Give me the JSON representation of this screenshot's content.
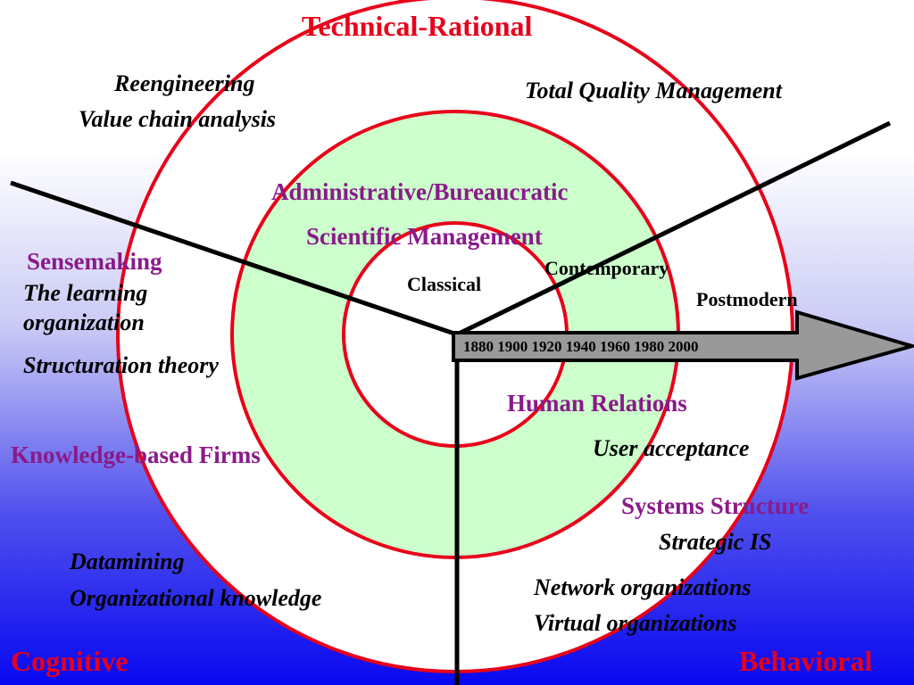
{
  "poles": {
    "top": "Technical-Rational",
    "bottom_left": "Cognitive",
    "bottom_right": "Behavioral"
  },
  "eras": {
    "classical": "Classical",
    "contemporary": "Contemporary",
    "postmodern": "Postmodern"
  },
  "timeline": {
    "ticks": "1880 1900 1920 1940   1960  1980    2000"
  },
  "paradigms": {
    "administrative": "Administrative/Bureaucratic",
    "scientific": "Scientific Management",
    "sensemaking": "Sensemaking",
    "knowledge_firms": "Knowledge-based Firms",
    "human_relations": "Human Relations",
    "systems_structure": "Systems Structure"
  },
  "topics": {
    "reengineering": "Reengineering",
    "value_chain": "Value chain analysis",
    "tqm": "Total Quality Management",
    "learning_org_1": "The learning",
    "learning_org_2": "organization",
    "structuration": "Structuration theory",
    "user_acceptance": "User acceptance",
    "strategic_is": "Strategic IS",
    "datamining": "Datamining",
    "org_knowledge": "Organizational knowledge",
    "network_orgs": "Network organizations",
    "virtual_orgs": "Virtual organizations"
  },
  "colors": {
    "ring": "#e8001a",
    "middle_fill": "#ccffcc",
    "arrow_fill": "#999999",
    "pole_text": "#e8001a",
    "paradigm_text": "#8a1a8a"
  }
}
